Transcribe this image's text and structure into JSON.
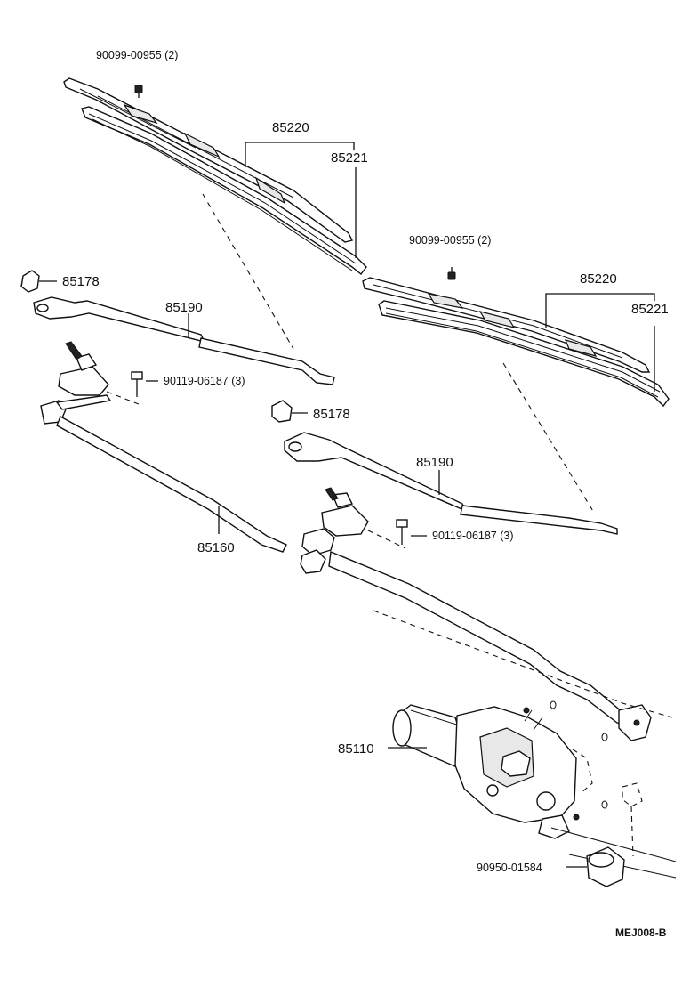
{
  "labels": {
    "screw_upper_left": "90099-00955 (2)",
    "blade_left": "85220",
    "insert_left": "85221",
    "screw_upper_right": "90099-00955 (2)",
    "blade_right": "85220",
    "insert_right": "85221",
    "cap_left": "85178",
    "arm_left": "85190",
    "bolt_left": "90119-06187 (3)",
    "cap_right": "85178",
    "arm_right": "85190",
    "link_rod": "85160",
    "bolt_right": "90119-06187 (3)",
    "motor": "85110",
    "grommet": "90950-01584",
    "diagram_code": "MEJ008-B"
  }
}
